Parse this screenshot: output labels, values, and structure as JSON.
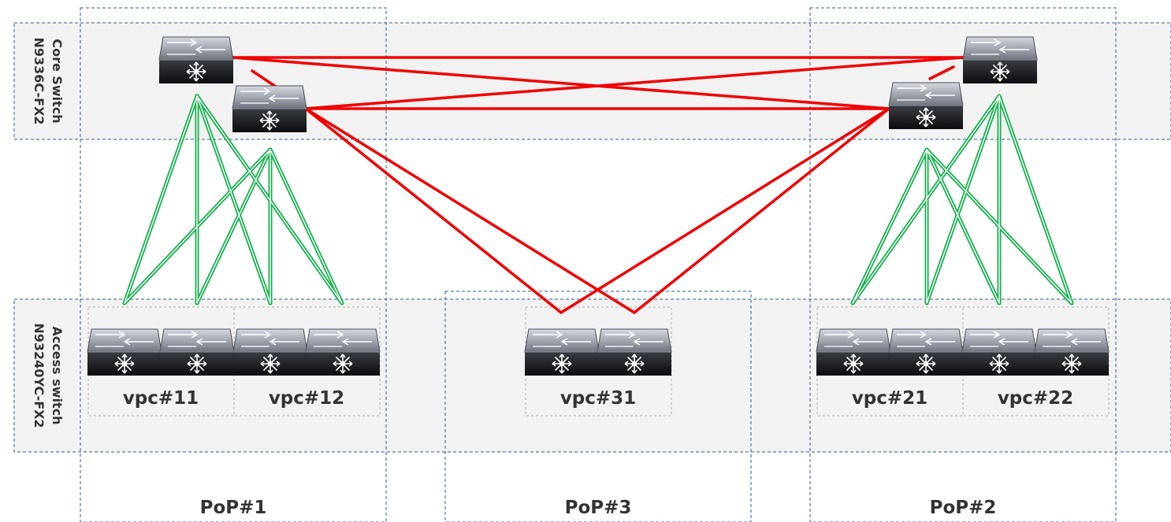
{
  "tiers": {
    "core": {
      "line1": "Core Switch",
      "line2": "N9336C-FX2"
    },
    "access": {
      "line1": "Access switch",
      "line2": "N93240YC-FX2"
    }
  },
  "pops": [
    {
      "id": "pop1",
      "label": "PoP#1"
    },
    {
      "id": "pop3",
      "label": "PoP#3"
    },
    {
      "id": "pop2",
      "label": "PoP#2"
    }
  ],
  "vpc_groups": [
    {
      "id": "vpc11",
      "label": "vpc#11",
      "pop": "pop1"
    },
    {
      "id": "vpc12",
      "label": "vpc#12",
      "pop": "pop1"
    },
    {
      "id": "vpc31",
      "label": "vpc#31",
      "pop": "pop3"
    },
    {
      "id": "vpc21",
      "label": "vpc#21",
      "pop": "pop2"
    },
    {
      "id": "vpc22",
      "label": "vpc#22",
      "pop": "pop2"
    }
  ],
  "colors": {
    "core_link": "#f00000",
    "access_link": "#18b050",
    "tier_band": "#f2f2f2",
    "boundary": "#2e5a8c",
    "text": "#333333"
  },
  "icons": {
    "switch": "network-switch-icon"
  }
}
